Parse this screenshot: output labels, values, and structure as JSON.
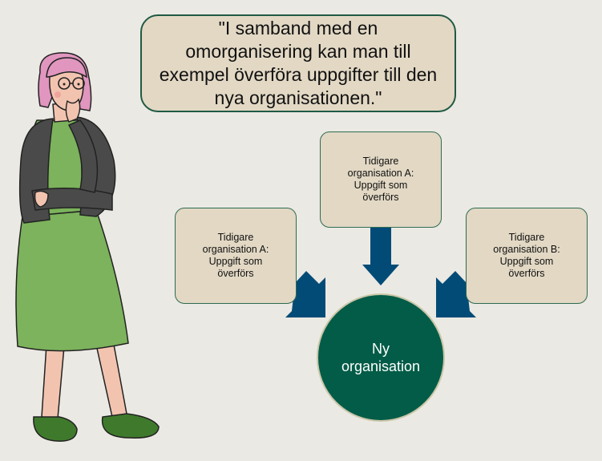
{
  "quote": {
    "text": "\"I samband med en omorganisering kan man till exempel överföra uppgifter till den nya organisationen.\""
  },
  "boxes": {
    "left": "Tidigare\norganisation A:\nUppgift som\növerförs",
    "top": "Tidigare\norganisation A:\nUppgift som\növerförs",
    "right": "Tidigare\norganisation B:\nUppgift som\növerförs"
  },
  "center": {
    "label": "Ny\norganisation"
  },
  "colors": {
    "background": "#ebe9e3",
    "box_fill": "#e2d8c4",
    "box_border": "#2e6b52",
    "circle_fill": "#025c47",
    "arrow": "#034b77",
    "dress": "#7cb35c",
    "jacket": "#4a4a4a",
    "hair": "#e096bf"
  },
  "icons": [
    "thinking-woman-illustration",
    "arrow-down-icon",
    "arrow-down-right-icon",
    "arrow-down-left-icon"
  ]
}
